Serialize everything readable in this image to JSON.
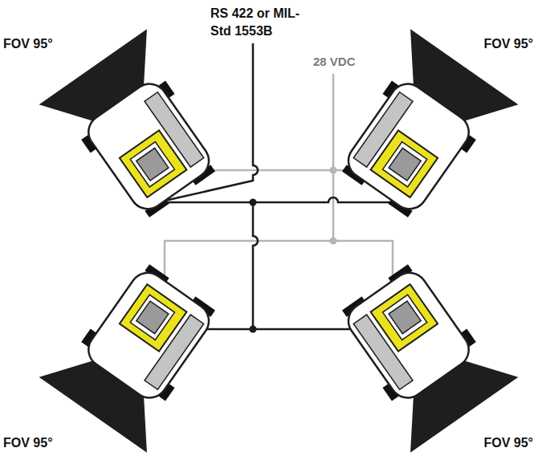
{
  "diagram": {
    "labels": [
      "FOV 95°",
      "RS 422 or MIL-Std 1553B",
      "FOV 95°",
      "28 VDC",
      "FOV 95°",
      "FOV 95°"
    ]
  }
}
